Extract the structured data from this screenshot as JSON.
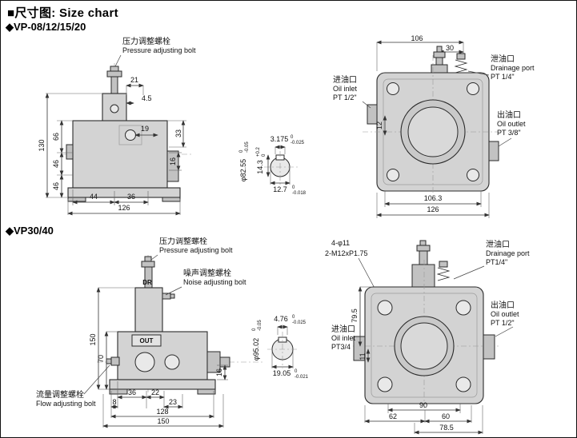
{
  "page": {
    "title": "■尺寸图: Size chart"
  },
  "s1": {
    "heading": "◆VP-08/12/15/20",
    "labels": {
      "pressure_cn": "压力调整螺栓",
      "pressure_en": "Pressure adjusting bolt",
      "drain_cn": "泄油口",
      "drain_en": "Drainage port",
      "drain_size": "PT 1/4\"",
      "inlet_cn": "进油口",
      "inlet_en": "Oil inlet",
      "inlet_size": "PT 1/2\"",
      "outlet_cn": "出油口",
      "outlet_en": "Oil outlet",
      "outlet_size": "PT 3/8\""
    },
    "side": {
      "d21": "21",
      "d45": "4.5",
      "d130": "130",
      "d66": "66",
      "d46a": "46",
      "d46b": "46",
      "d19": "19",
      "d33": "33",
      "d16": "16",
      "d44": "44",
      "d36": "36",
      "d126": "126"
    },
    "front": {
      "d106": "106",
      "d30": "30",
      "d12": "12",
      "d1063": "106.3",
      "d126": "126"
    },
    "shaft": {
      "v143": "14.3",
      "t143a": "+0.2",
      "t143b": "0",
      "v3175": "3.175",
      "t3175a": "0",
      "t3175b": "-0.025",
      "v127": "12.7",
      "t127a": "0",
      "t127b": "-0.018",
      "v8255": "φ82.55",
      "t8255a": "0",
      "t8255b": "-0.05"
    }
  },
  "s2": {
    "heading": "◆VP30/40",
    "labels": {
      "pressure_cn": "压力调整螺栓",
      "pressure_en": "Pressure adjusting bolt",
      "noise_cn": "噪声调整螺栓",
      "noise_en": "Noise adjusting bolt",
      "flow_cn": "流量调整螺栓",
      "flow_en": "Flow adjusting bolt",
      "dr": "DR",
      "out": "OUT",
      "holes": "4-φ11",
      "thread": "2-M12xP1.75",
      "drain_cn": "泄油口",
      "drain_en": "Drainage port",
      "drain_size": "PT1/4\"",
      "outlet_cn": "出油口",
      "outlet_en": "Oil outlet",
      "outlet_size": "PT 1/2\"",
      "inlet_cn": "进油口",
      "inlet_en": "Oil inlet",
      "inlet_size": "PT3/4"
    },
    "side": {
      "d150": "150",
      "d70": "70",
      "d16": "16",
      "d36": "36",
      "d22": "22",
      "d8": "8",
      "d23": "23",
      "d128": "128",
      "d150b": "150"
    },
    "front": {
      "d795": "79.5",
      "d11": "11",
      "d90": "90",
      "d62": "62",
      "d60": "60",
      "d785": "78.5"
    },
    "shaft": {
      "v476": "4.76",
      "t476a": "0",
      "t476b": "-0.025",
      "v1905": "19.05",
      "t1905a": "0",
      "t1905b": "-0.021",
      "v9502": "φ95.02",
      "t9502a": "0",
      "t9502b": "-0.05"
    }
  }
}
